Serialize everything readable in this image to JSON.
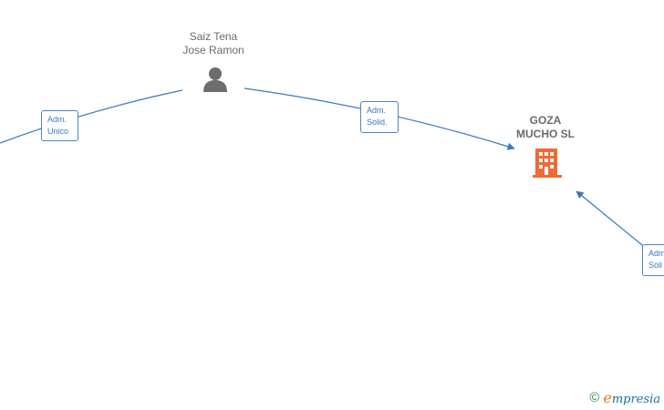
{
  "nodes": {
    "person": {
      "line1": "Saiz Tena",
      "line2": "Jose Ramon",
      "icon": "person-icon"
    },
    "company": {
      "line1": "GOZA",
      "line2": "MUCHO  SL",
      "icon": "building-icon"
    }
  },
  "edges": {
    "left": {
      "line1": "Adm.",
      "line2": "Unico"
    },
    "middle": {
      "line1": "Adm.",
      "line2": "Solid."
    },
    "right": {
      "line1": "Adm",
      "line2": "Soli"
    }
  },
  "colors": {
    "edge": "#3a78c0",
    "person": "#6d6d6d",
    "company": "#f06a35",
    "text": "#6b6b6b"
  },
  "footer": {
    "copyright": "©",
    "brand_initial": "e",
    "brand_rest": "mpresia"
  }
}
